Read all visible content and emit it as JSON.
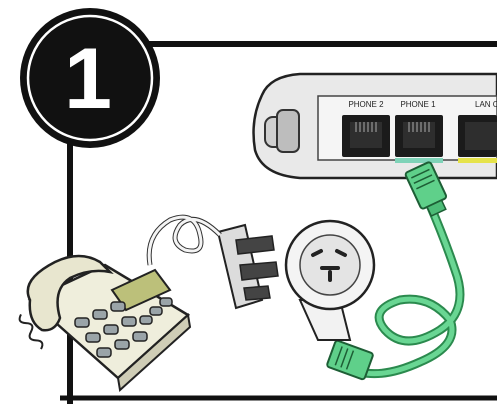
{
  "step_badge": {
    "number": "1"
  },
  "router": {
    "ports": [
      {
        "label": "PHONE 2"
      },
      {
        "label": "PHONE 1"
      },
      {
        "label": "LAN C"
      }
    ],
    "port1_indicator_color": "#7fd3b8",
    "lan_indicator_color": "#e6e34a"
  },
  "colors": {
    "cable": "#5fd08a",
    "cable_dark": "#2b8a4e",
    "frame": "#111111",
    "badge": "#111111"
  }
}
